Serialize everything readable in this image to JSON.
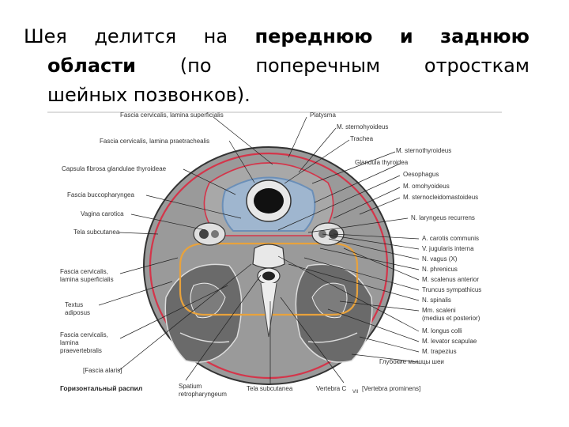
{
  "slide": {
    "title_line1": [
      "Шея",
      "делится",
      "на",
      "переднюю",
      "и",
      "заднюю"
    ],
    "title_line2": [
      "области",
      "(по",
      "поперечным",
      "отросткам"
    ],
    "title_line3": "шейных позвонков).",
    "bold_words": [
      "переднюю",
      "и",
      "заднюю",
      "области"
    ]
  },
  "figure": {
    "caption": "Горизонтальный распил",
    "labels_left": [
      "Fascia cervicalis, lamina superficialis",
      "Fascia cervicalis, lamina praetrachealis",
      "Capsula fibrosa glandulae thyroideae",
      "Fascia buccopharyngea",
      "Vagina carotica",
      "Tela subcutanea",
      "Fascia cervicalis,",
      "lamina superficialis",
      "Textus",
      "adiposus",
      "Fascia cervicalis,",
      "lamina",
      "praevertebralis",
      "[Fascia alaris]"
    ],
    "labels_right": [
      "Platysma",
      "M. sternohyoideus",
      "Trachea",
      "M. sternothyroideus",
      "Glandula thyroidea",
      "Oesophagus",
      "M. omohyoideus",
      "M. sternocleidomastoideus",
      "N. laryngeus recurrens",
      "A. carotis communis",
      "V. jugularis interna",
      "N. vagus (X)",
      "N. phrenicus",
      "M. scalenus anterior",
      "Truncus sympathicus",
      "N. spinalis",
      "Mm. scaleni",
      "(medius et posterior)",
      "M. longus colli",
      "M. levator scapulae",
      "M. trapezius",
      "Глубокие мышцы шеи"
    ],
    "labels_bottom": [
      "Spatium",
      "retropharyngeum",
      "Tela subcutanea",
      "Vertebra C",
      "VII",
      "[Vertebra prominens]"
    ]
  }
}
